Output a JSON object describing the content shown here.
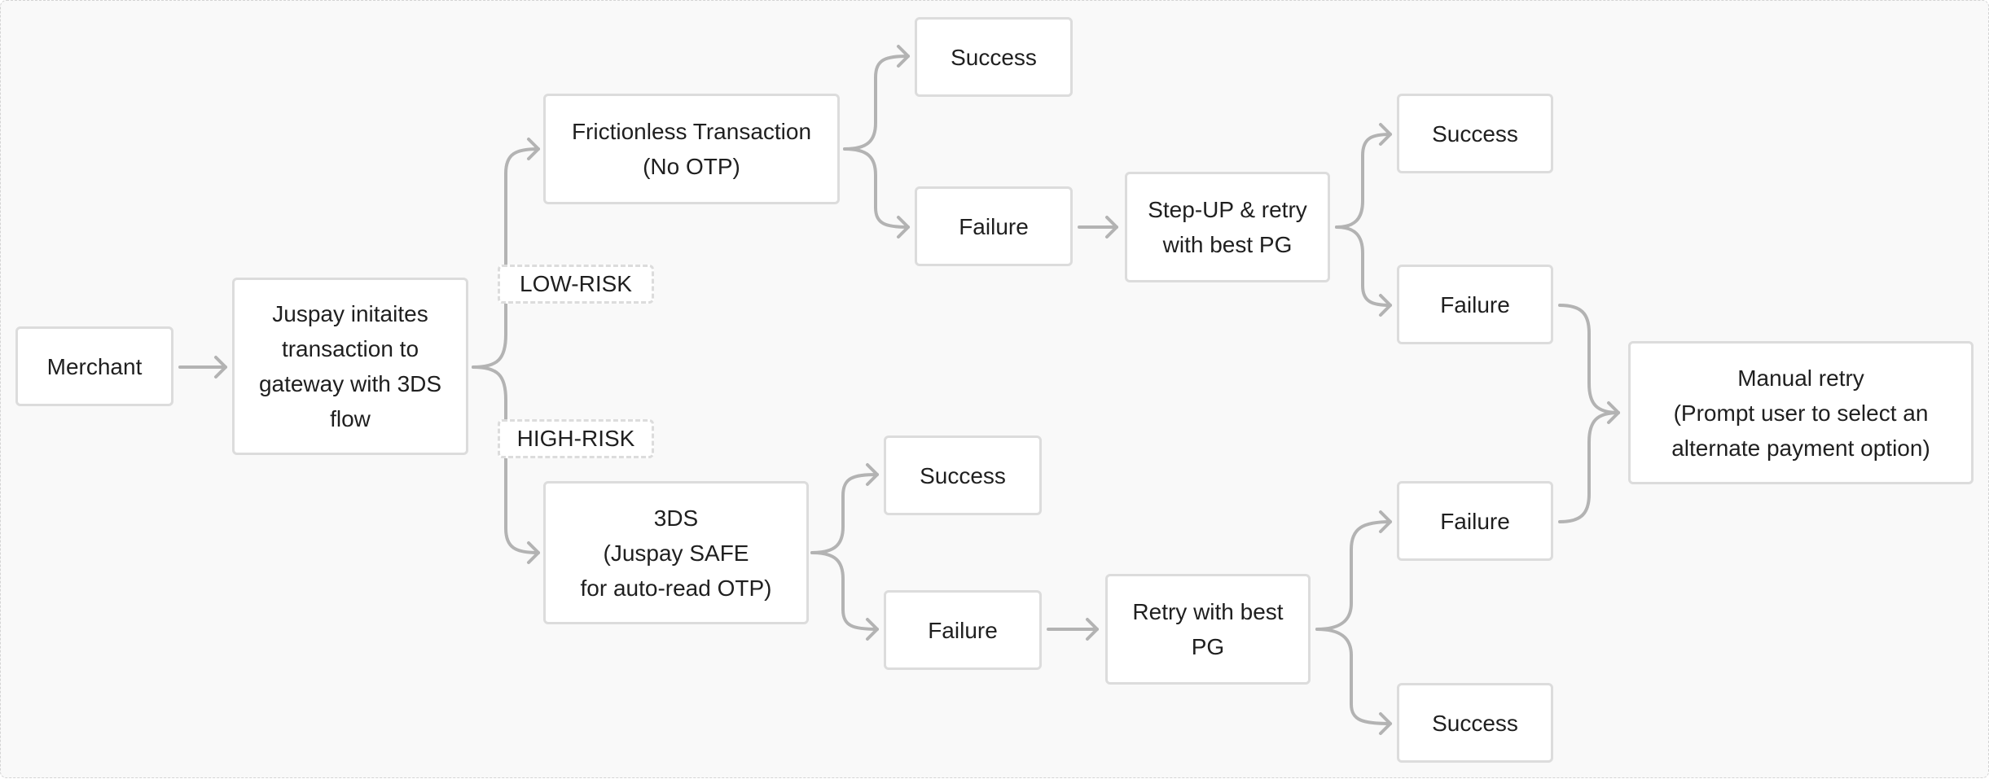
{
  "colors": {
    "background": "#f9f9f9",
    "node_border": "#dcdcdc",
    "connector": "#b3b3b3",
    "text": "#1f1f1f"
  },
  "nodes": {
    "merchant": "Merchant",
    "juspay_initiates": "Juspay initaites\ntransaction to\ngateway with 3DS\nflow",
    "frictionless": "Frictionless Transaction\n(No OTP)",
    "frictionless_success": "Success",
    "frictionless_failure": "Failure",
    "stepup": "Step-UP & retry\nwith best PG",
    "stepup_success": "Success",
    "stepup_failure": "Failure",
    "three_ds": "3DS\n(Juspay SAFE\nfor auto-read OTP)",
    "three_ds_success": "Success",
    "three_ds_failure": "Failure",
    "retry_best_pg": "Retry with best\nPG",
    "retry_failure": "Failure",
    "retry_success": "Success",
    "manual_retry": "Manual retry\n(Prompt user to select an\nalternate payment option)"
  },
  "edge_labels": {
    "low_risk": "LOW-RISK",
    "high_risk": "HIGH-RISK"
  }
}
